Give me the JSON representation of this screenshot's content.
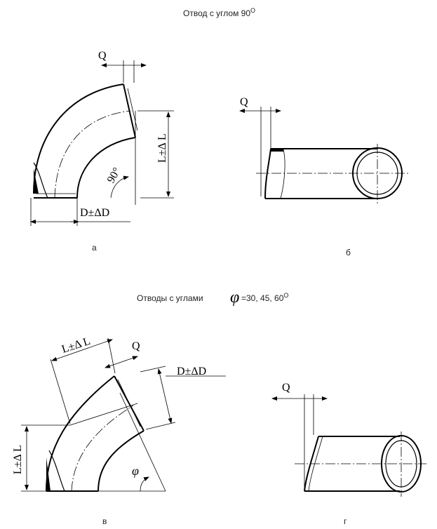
{
  "titles": {
    "top": "Отвод с углом 90",
    "top_sup": "O",
    "bottom_prefix": "Отводы с углами",
    "bottom_symbol": "φ",
    "bottom_suffix": "=30, 45, 60",
    "bottom_sup": "O"
  },
  "figures": {
    "a": {
      "caption": "а",
      "q": "Q",
      "length": "L±Δ L",
      "diameter": "D±ΔD",
      "angle": "90°"
    },
    "b": {
      "caption": "б",
      "q": "Q"
    },
    "v": {
      "caption": "в",
      "q": "Q",
      "length_diag": "L±Δ L",
      "length_vert": "L±Δ L",
      "diameter": "D±ΔD",
      "angle": "φ"
    },
    "g": {
      "caption": "г",
      "q": "Q"
    }
  }
}
